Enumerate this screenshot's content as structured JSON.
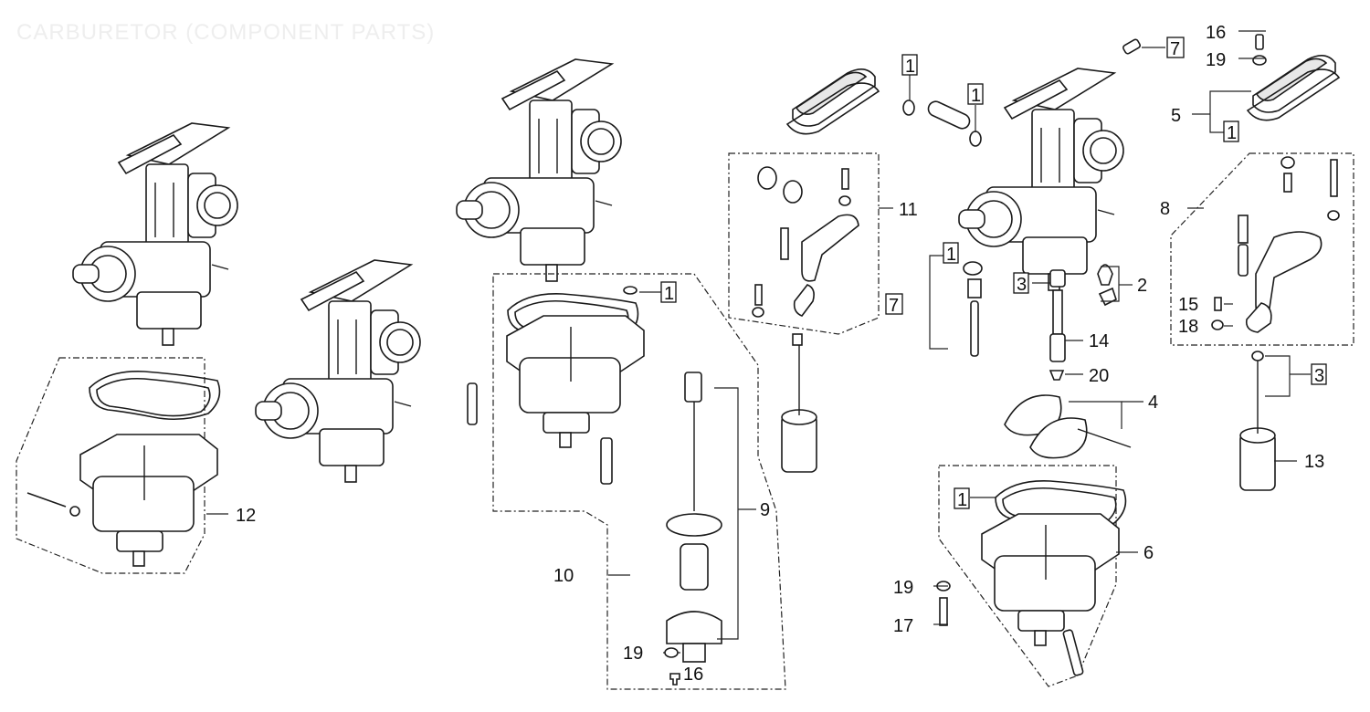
{
  "title": "CARBURETOR (COMPONENT PARTS)",
  "callouts": {
    "c1a": "1",
    "c1b": "1",
    "c1c": "1",
    "c1d": "1",
    "c1e": "1",
    "c1f": "1",
    "c2": "2",
    "c3a": "3",
    "c3b": "3",
    "c4": "4",
    "c5": "5",
    "c6": "6",
    "c7a": "7",
    "c7b": "7",
    "c8": "8",
    "c9": "9",
    "c10": "10",
    "c11": "11",
    "c12": "12",
    "c13": "13",
    "c14": "14",
    "c15": "15",
    "c16a": "16",
    "c16b": "16",
    "c17": "17",
    "c18": "18",
    "c19a": "19",
    "c19b": "19",
    "c19c": "19",
    "c20": "20"
  }
}
